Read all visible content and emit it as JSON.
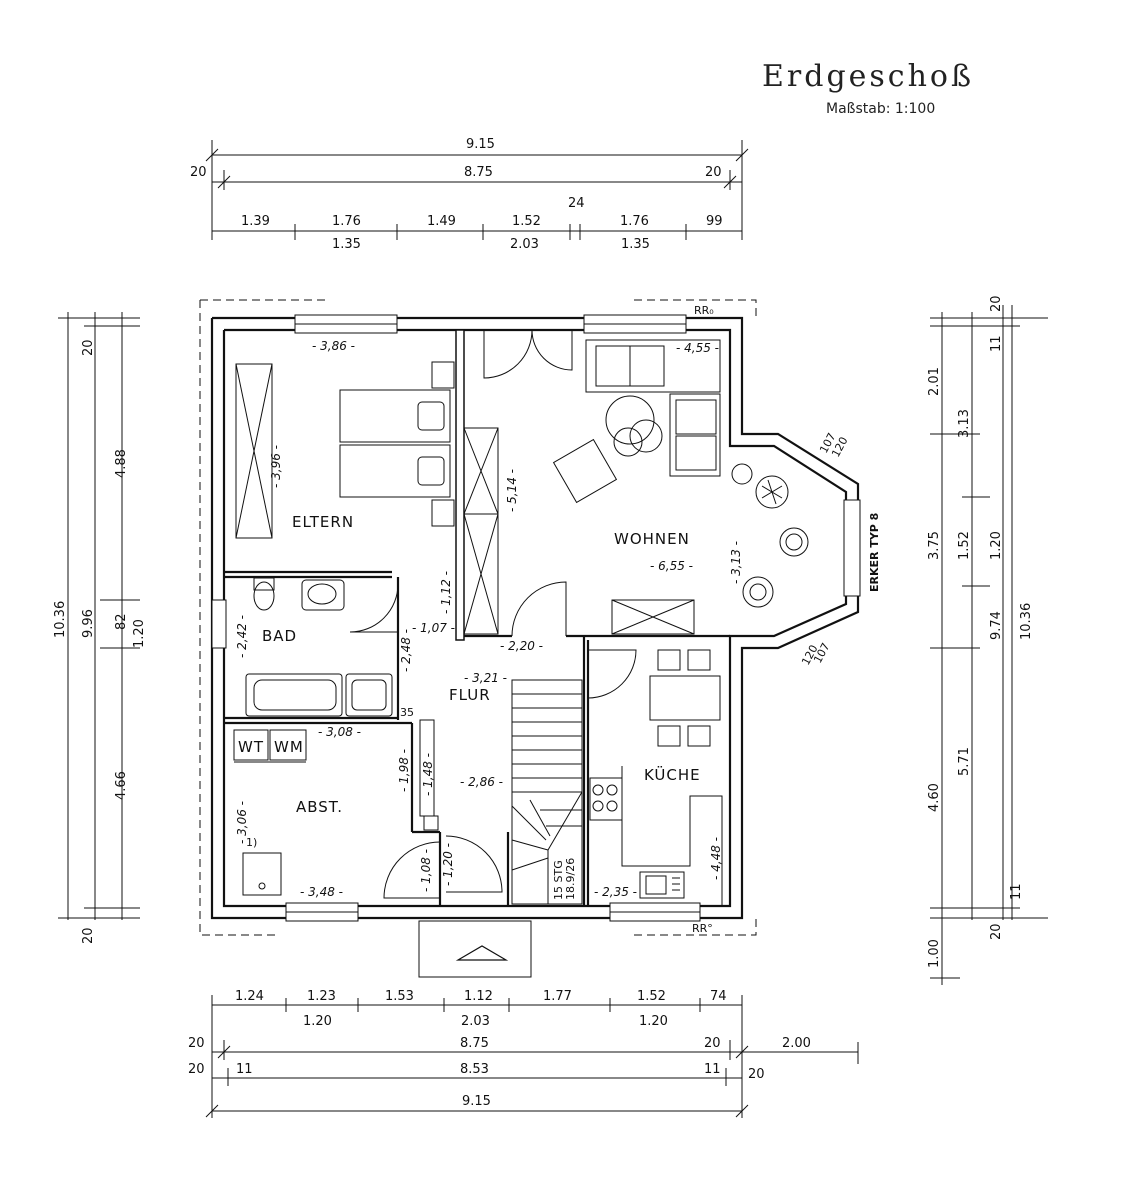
{
  "title": "Erdgeschoß",
  "scale": "Maßstab: 1:100",
  "dims_top": {
    "overall": "9.15",
    "wall_left": "20",
    "inner": "8.75",
    "wall_right": "20",
    "note": "24",
    "row1": [
      "1.39",
      "1.76",
      "1.49",
      "1.52",
      "1.76",
      "99"
    ],
    "row2": [
      "1.35",
      "2.03",
      "1.35"
    ]
  },
  "dims_bottom": {
    "row1": [
      "1.24",
      "1.23",
      "1.53",
      "1.12",
      "1.77",
      "1.52",
      "74"
    ],
    "row2": [
      "1.20",
      "2.03",
      "1.20"
    ],
    "wall_left": "20",
    "inner": "8.75",
    "wall_right": "20",
    "extra": "2.00",
    "wall_left2": "20",
    "inner_wall_left": "11",
    "clear": "8.53",
    "inner_wall_right": "11",
    "wall_right2": "20",
    "overall": "9.15"
  },
  "dims_left": [
    "20",
    "4.88",
    "10.36",
    "9.96",
    "82",
    "1.20",
    "4.66",
    "20"
  ],
  "dims_right": [
    "20",
    "11",
    "2.01",
    "3.13",
    "3.75",
    "1.52",
    "1.20",
    "9.74",
    "10.36",
    "4.60",
    "5.71",
    "20",
    "11",
    "1.00"
  ],
  "rooms": {
    "eltern": "ELTERN",
    "wohnen": "WOHNEN",
    "bad": "BAD",
    "flur": "FLUR",
    "abst": "ABST.",
    "kueche": "KÜCHE"
  },
  "labels": {
    "erker": "ERKER TYP 8",
    "rr_top": "RR₀",
    "rr_bottom": "RR°",
    "wt": "WT",
    "wm": "WM",
    "note1": "1)",
    "stairs1": "15 STG",
    "stairs2": "18.9/26",
    "n35": "35",
    "erker_a": "107",
    "erker_b": "120",
    "erker_c": "107",
    "erker_d": "120"
  },
  "room_dims": {
    "eltern_w": "- 3,86 -",
    "eltern_h": "- 3,96 -",
    "wohnen_w": "- 6,55 -",
    "wohnen_h": "- 3,13 -",
    "wohnen_top": "- 4,55 -",
    "wardrobe": "- 5,14 -",
    "bad_h": "- 2,42 -",
    "bad_a": "- 1,12 -",
    "bad_b": "- 1,07 -",
    "bad_c": "- 2,48 -",
    "flur_top": "- 2,20 -",
    "flur_w": "- 3,21 -",
    "flur_mid": "- 2,86 -",
    "abst_w": "- 3,08 -",
    "abst_h": "- 3,06 -",
    "abst_a": "- 1,98 -",
    "abst_b": "- 1,48 -",
    "abst_bottom": "- 3,48 -",
    "abst_c": "- 1,08 -",
    "abst_d": "- 1,20 -",
    "kueche_w": "- 2,35 -",
    "kueche_h": "- 4,48 -"
  }
}
